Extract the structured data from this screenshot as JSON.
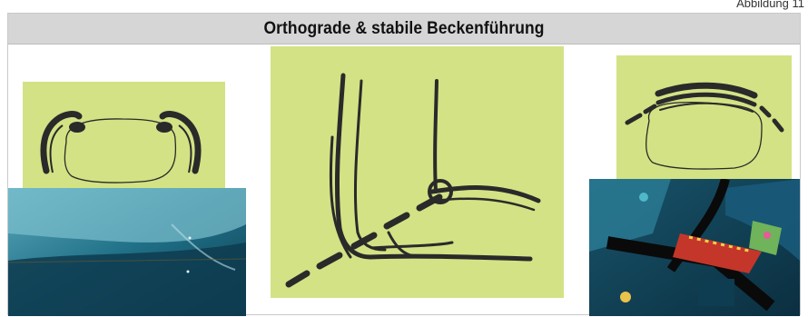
{
  "figure_label": "Abbildung 11",
  "title": "Orthograde & stabile Beckenführung",
  "colors": {
    "sticky_note": "#d3e284",
    "ink": "#2a2a2a",
    "header_bg": "#d6d6d6",
    "photo_tone": "#1f6f86"
  },
  "panels": [
    {
      "name": "left-sketch",
      "content": "sketch of pelvis with two lateral supports"
    },
    {
      "name": "left-photo",
      "content": "photo of pelvic area, blue tint"
    },
    {
      "name": "center-sketch",
      "content": "sketch of seated leg with diagonal belt"
    },
    {
      "name": "right-sketch",
      "content": "sketch of pelvis with belt over top"
    },
    {
      "name": "right-photo",
      "content": "photo of belt fastening in wheelchair"
    }
  ]
}
